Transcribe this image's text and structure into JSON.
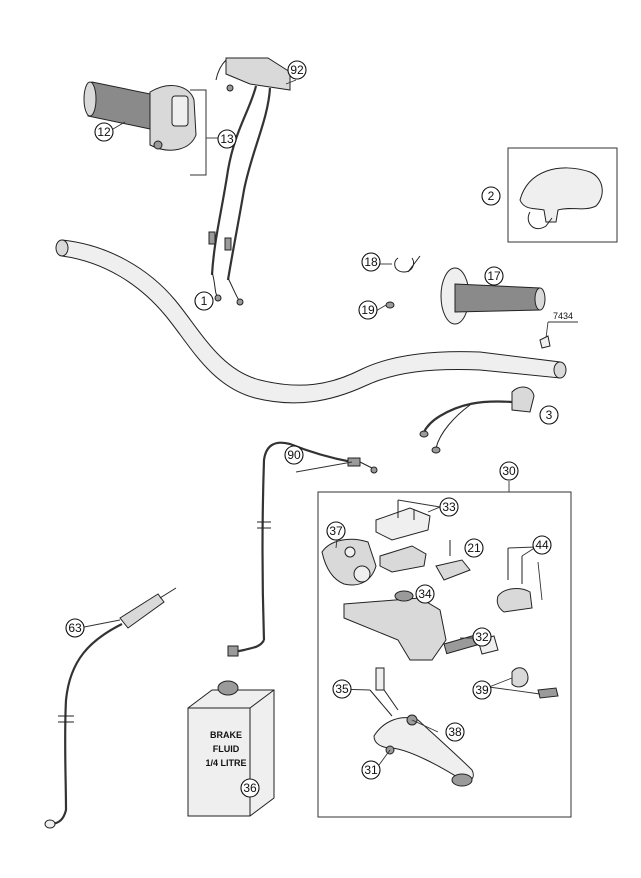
{
  "callouts": {
    "c1": "1",
    "c2": "2",
    "c3": "3",
    "c12": "12",
    "c13": "13",
    "c17": "17",
    "c18": "18",
    "c19": "19",
    "c21": "21",
    "c30": "30",
    "c31": "31",
    "c32": "32",
    "c33": "33",
    "c34": "34",
    "c35": "35",
    "c36": "36",
    "c37": "37",
    "c38": "38",
    "c39": "39",
    "c44": "44",
    "c63": "63",
    "c90": "90",
    "c92": "92"
  },
  "part_number": "7434",
  "fluid_label": [
    "BRAKE",
    "FLUID",
    "1/4 LITRE"
  ]
}
